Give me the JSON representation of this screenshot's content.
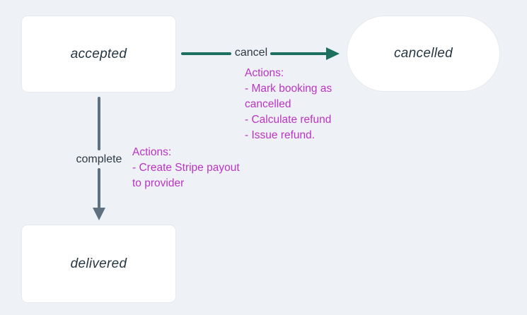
{
  "diagram": {
    "nodes": {
      "accepted": {
        "label": "accepted",
        "shape": "rect"
      },
      "cancelled": {
        "label": "cancelled",
        "shape": "pill"
      },
      "delivered": {
        "label": "delivered",
        "shape": "rect"
      }
    },
    "edges": {
      "cancel": {
        "label": "cancel",
        "from": "accepted",
        "to": "cancelled",
        "direction": "right"
      },
      "complete": {
        "label": "complete",
        "from": "accepted",
        "to": "delivered",
        "direction": "down"
      }
    },
    "annotations": {
      "cancel_actions": {
        "lines": [
          "Actions:",
          "- Mark booking as",
          "cancelled",
          "- Calculate refund",
          "- Issue refund."
        ]
      },
      "complete_actions": {
        "lines": [
          "Actions:",
          "- Create Stripe payout",
          "to provider"
        ]
      }
    },
    "colors": {
      "background": "#eef1f6",
      "node_fill": "#ffffff",
      "node_text": "#253743",
      "cancel_edge": "#1d6f5f",
      "complete_edge": "#5f7080",
      "edge_label_text": "#2b3a44",
      "annotation_text": "#ba34c6"
    }
  }
}
